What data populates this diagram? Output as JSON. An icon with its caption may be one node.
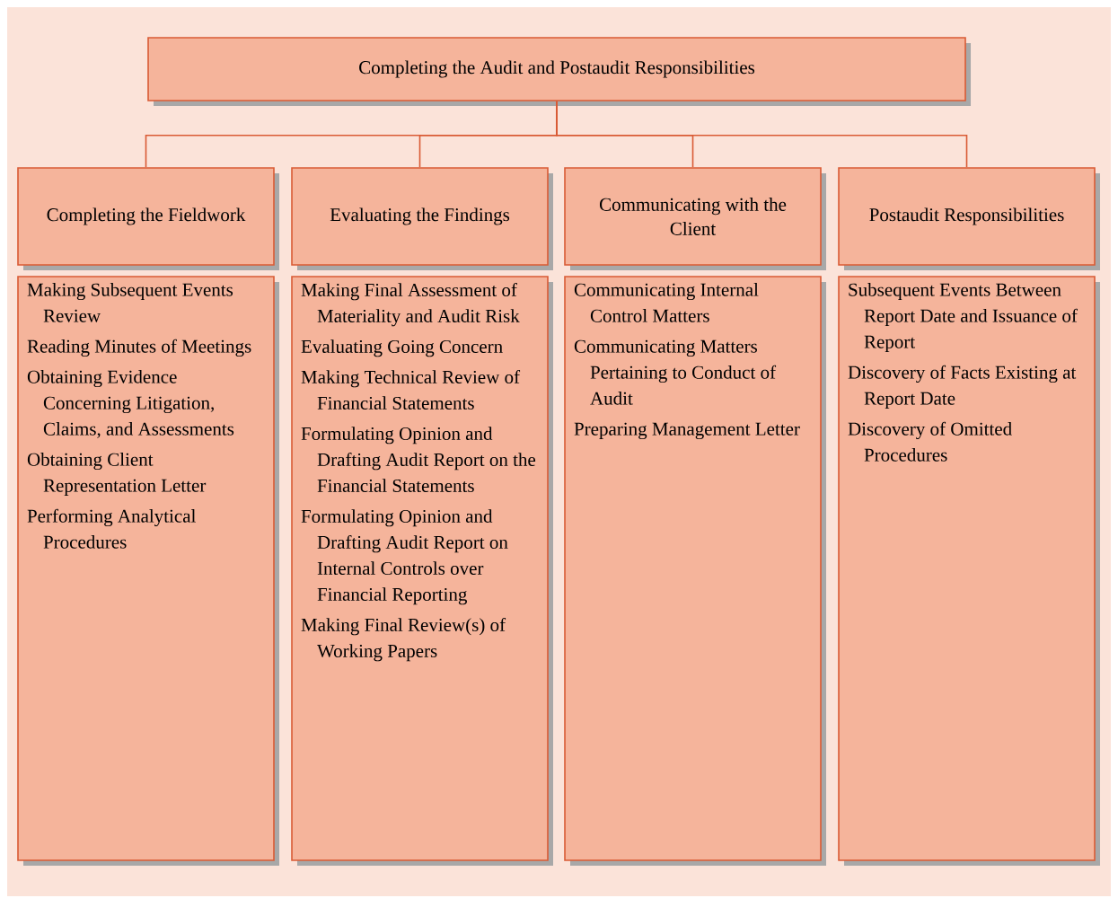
{
  "diagram": {
    "nodes": [
      {
        "text": [
          "Completing the Audit and Postaudit Responsibilities"
        ]
      },
      {
        "text": [
          "Completing the Fieldwork"
        ]
      },
      {
        "text": [
          "Evaluating the Findings"
        ]
      },
      {
        "text": [
          "Communicating with the Client"
        ]
      },
      {
        "text": [
          "Postaudit Responsibilities"
        ]
      },
      {
        "text": [
          "Making Subsequent Events Review",
          "Reading Minutes of Meetings",
          "Obtaining Evidence Concerning Litigation, Claims, and Assessments",
          "Obtaining Client Representation Letter",
          "Performing Analytical Procedures"
        ]
      },
      {
        "text": [
          "Making Final Assessment of Materiality and Audit Risk",
          "Evaluating Going Concern",
          "Making Technical Review of Financial Statements",
          "Formulating Opinion and Drafting Audit Report on the Financial Statements",
          "Formulating Opinion and Drafting Audit Report on Internal Controls over Financial Reporting",
          "Making Final Review(s) of Working Papers"
        ]
      },
      {
        "text": [
          "Communicating Internal Control Matters",
          "Communicating Matters Pertaining to Conduct of Audit",
          "Preparing Management Letter"
        ]
      },
      {
        "text": [
          "Subsequent Events Between Report Date and Issuance of Report",
          "Discovery of Facts Existing at Report Date",
          "Discovery of Omitted Procedures"
        ]
      }
    ],
    "edges": [
      {
        "from": 0,
        "to": 1,
        "arrow": "none"
      },
      {
        "from": 0,
        "to": 2,
        "arrow": "none"
      },
      {
        "from": 0,
        "to": 3,
        "arrow": "none"
      },
      {
        "from": 0,
        "to": 4,
        "arrow": "none"
      }
    ]
  }
}
